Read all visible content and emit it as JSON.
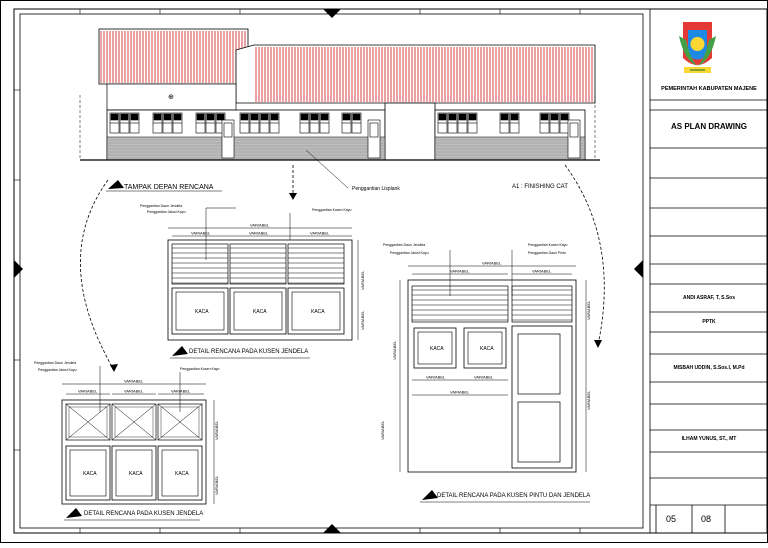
{
  "title_block": {
    "agency": "PEMERINTAH KABUPATEN MAJENE",
    "drawing_type": "AS PLAN DRAWING",
    "staff_1": "ANDI ASRAF, T, S.Sos",
    "role": "PPTK",
    "staff_2": "MISBAH UDDIN, S.Sos.I, M.Pd",
    "staff_3": "ILHAM YUNUS, ST., MT",
    "sheet_no": "05",
    "total_sheets": "08"
  },
  "drawing_titles": {
    "front_view": "TAMPAK DEPAN RENCANA",
    "window_frame_detail": "DETAIL RENCANA PADA KUSEN JENDELA",
    "door_window_detail": "DETAIL RENCANA PADA KUSEN PINTU DAN JENDELA",
    "window_detail_2": "DETAIL RENCANA PADA KUSEN JENDELA"
  },
  "annotations": {
    "lisplank": "Penggantian Lisplank",
    "finish": "A1 : FINISHING CAT",
    "kusen_jendela": "Penggantian Daun Jendela",
    "kusen_kayu": "Penggantian Kusen Kayu",
    "jalusi": "Penggantian Jalusi Kayu",
    "daun_pintu": "Penggantian Daun Pintu",
    "variabel": "VARIABEL",
    "kaca": "KACA"
  }
}
